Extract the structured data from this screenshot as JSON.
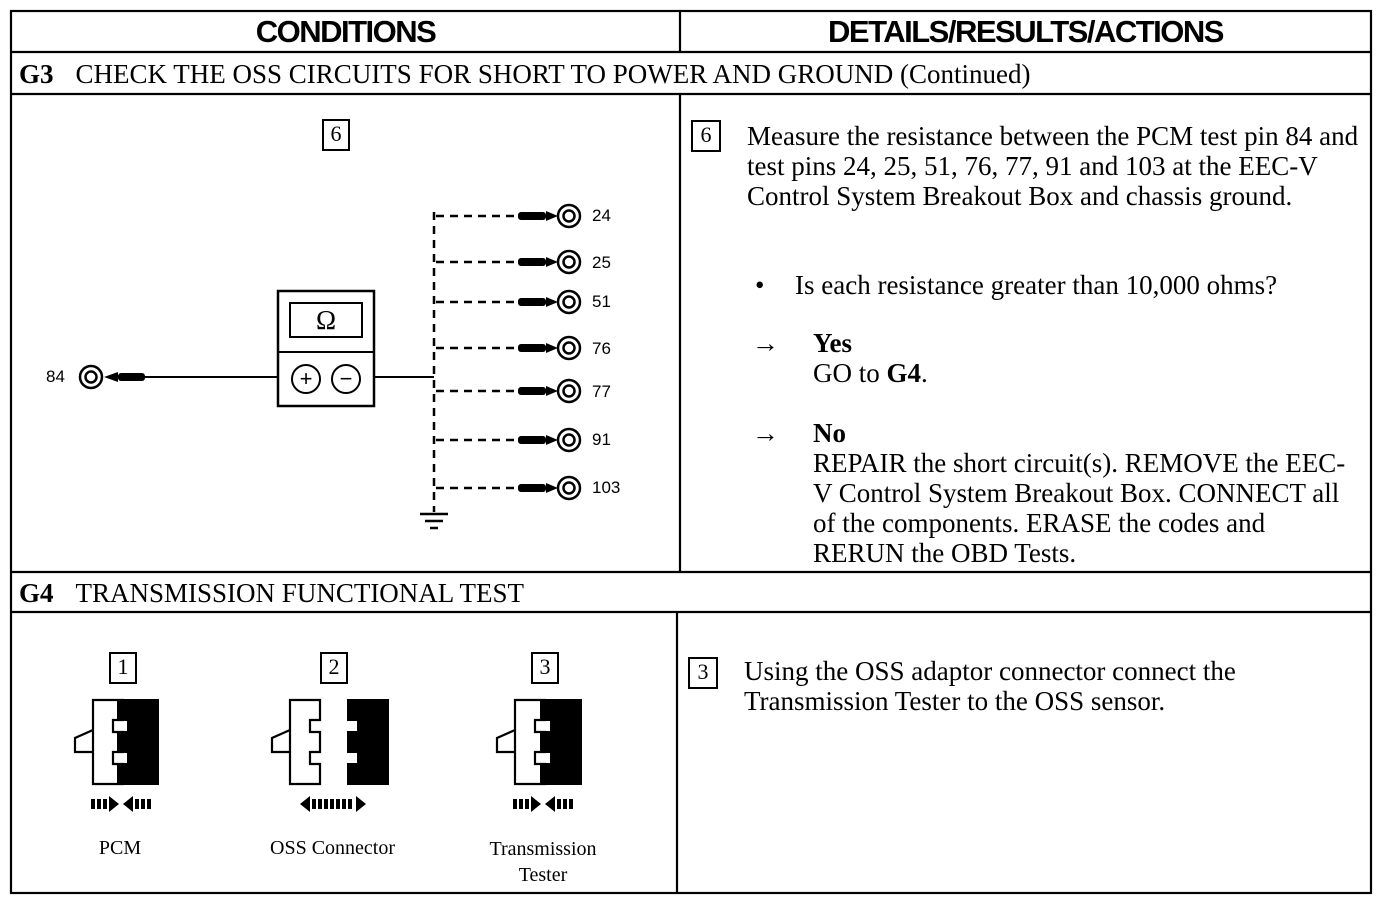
{
  "header": {
    "conditions": "CONDITIONS",
    "details": "DETAILS/RESULTS/ACTIONS"
  },
  "g3": {
    "id": "G3",
    "title": "CHECK THE OSS CIRCUITS FOR SHORT TO POWER AND GROUND (Continued)",
    "step_number": "6",
    "step_text": "Measure the resistance between the PCM test pin 84 and test pins 24, 25, 51, 76, 77, 91 and 103 at the EEC-V Control System Breakout Box and chassis ground.",
    "question_bullet": "•",
    "question": "Is each resistance greater than 10,000 ohms?",
    "arrow": "→",
    "yes_label": "Yes",
    "yes_go_prefix": "GO to",
    "yes_go_target": "G4",
    "yes_go_suffix": ".",
    "no_label": "No",
    "no_action": "REPAIR the short circuit(s). REMOVE the EEC-V Control System Breakout Box. CONNECT all of the components. ERASE the codes and RERUN the OBD Tests.",
    "diagram": {
      "meter_symbol": "Ω",
      "plus_symbol": "+",
      "minus_symbol": "−",
      "source_pin": "84",
      "pins": [
        "24",
        "25",
        "51",
        "76",
        "77",
        "91",
        "103"
      ]
    }
  },
  "g4": {
    "id": "G4",
    "title": "TRANSMISSION FUNCTIONAL TEST",
    "connectors": [
      {
        "step": "1",
        "label": "PCM"
      },
      {
        "step": "2",
        "label": "OSS Connector"
      },
      {
        "step": "3",
        "label": "Transmission Tester"
      }
    ],
    "step_number": "3",
    "step_text": "Using the OSS adaptor connector connect the Transmission Tester to the OSS sensor."
  }
}
